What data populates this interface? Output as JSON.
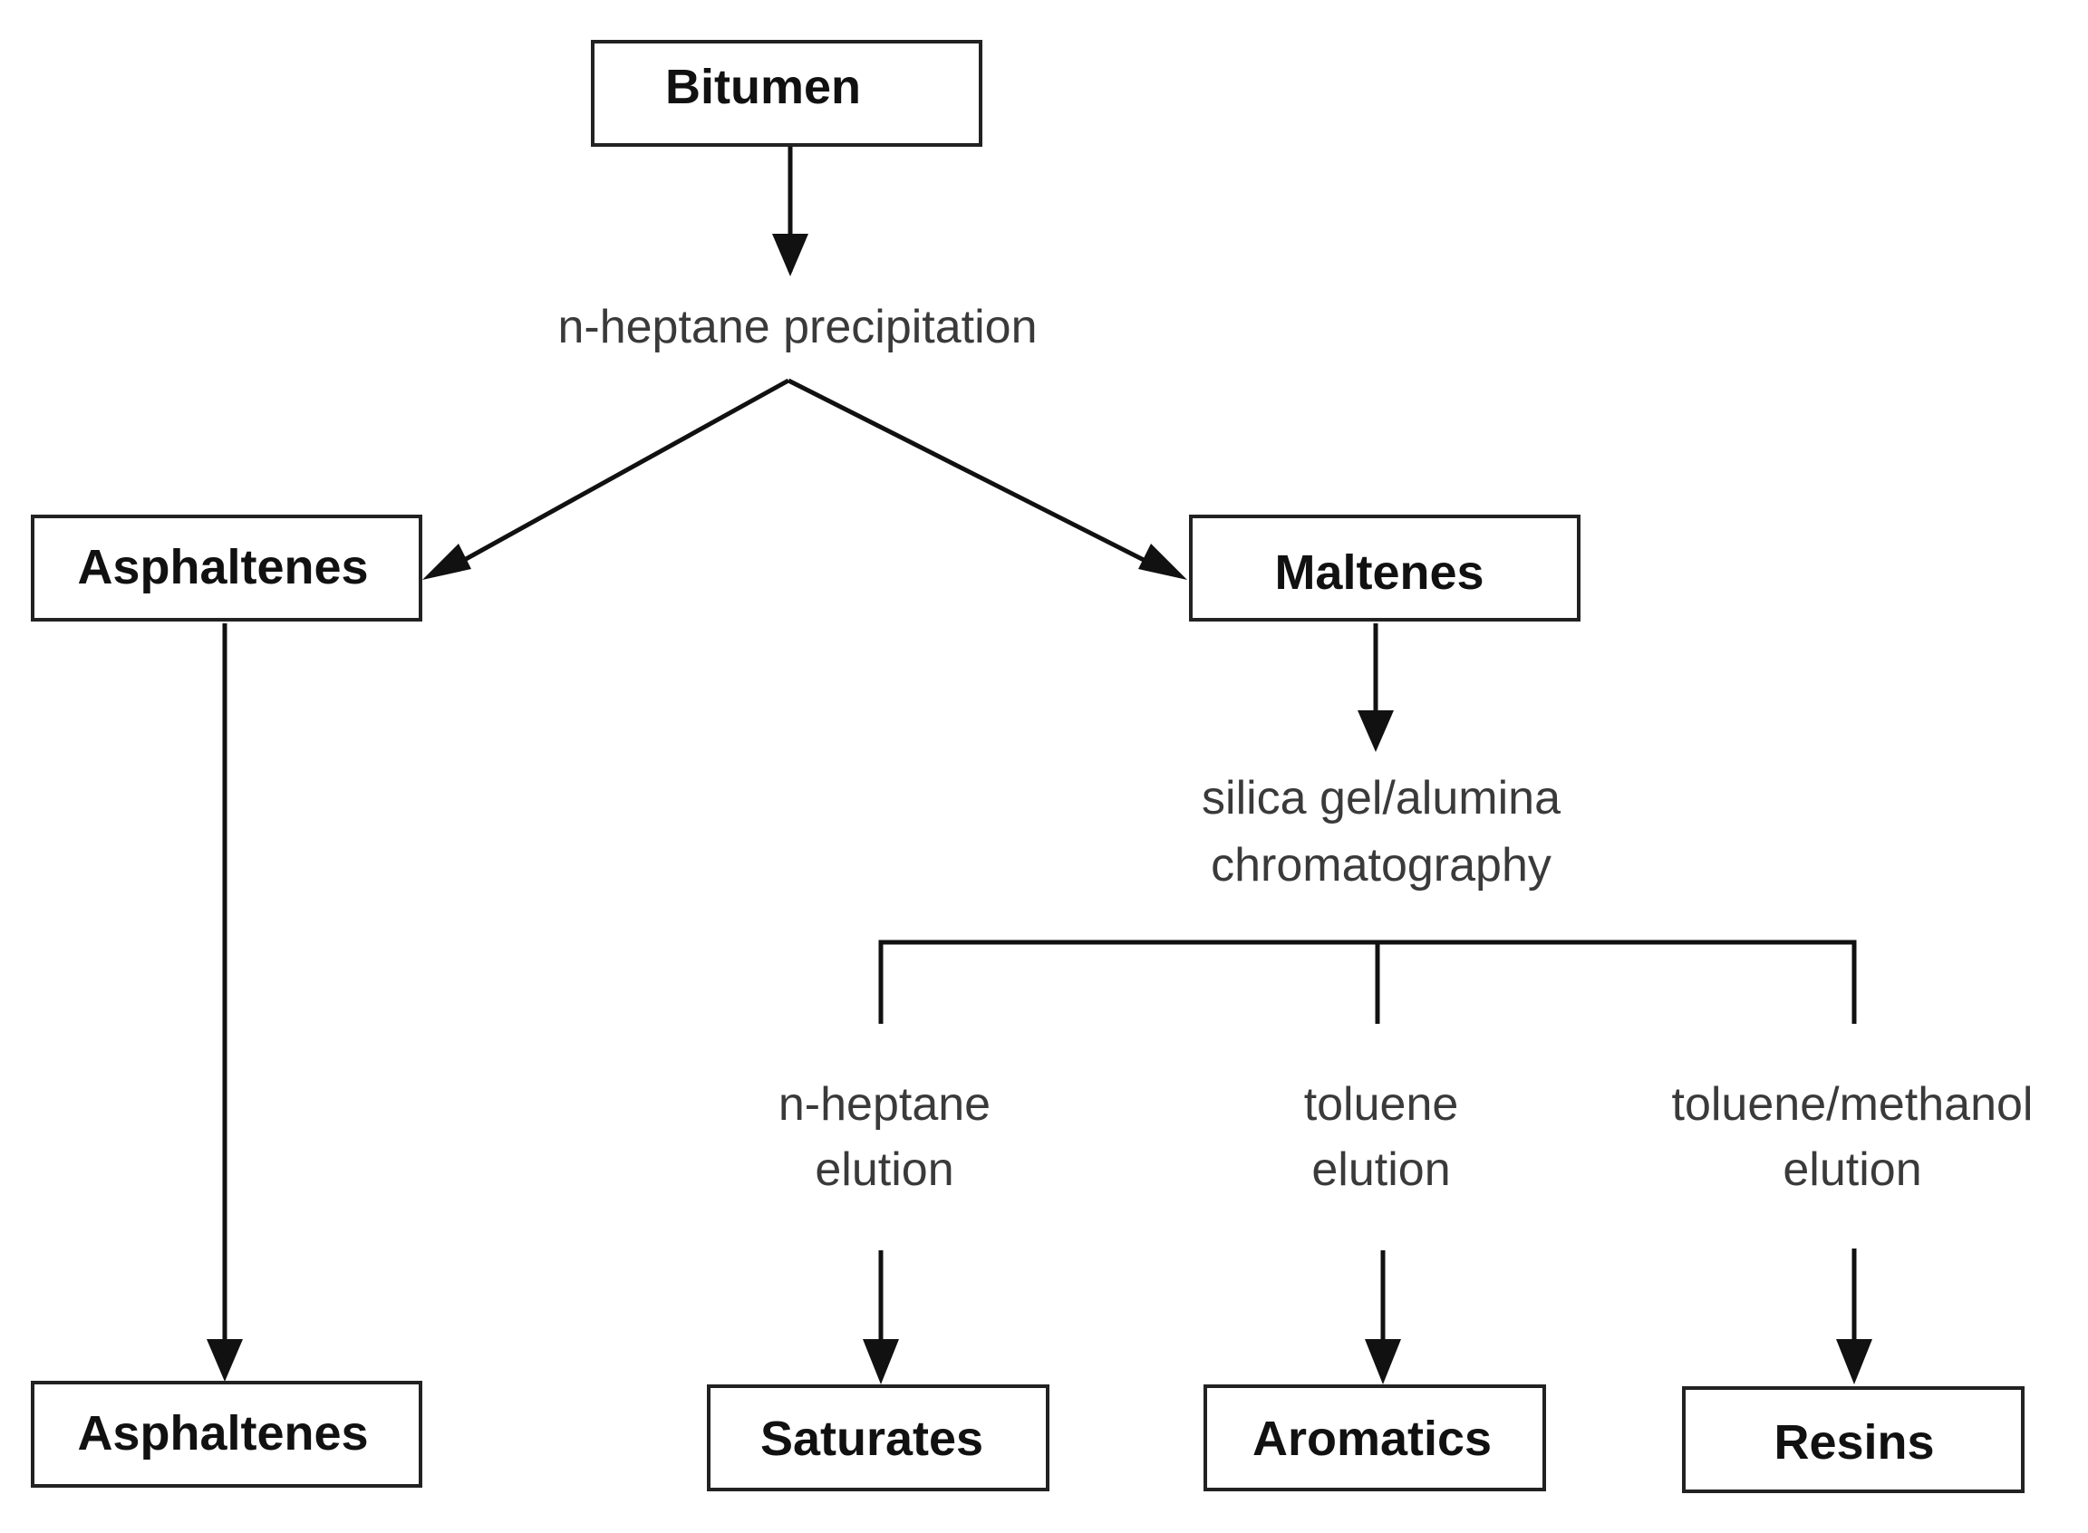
{
  "nodes": {
    "bitumen": "Bitumen",
    "asphaltenes_mid": "Asphaltenes",
    "maltenes": "Maltenes",
    "asphaltenes_bottom": "Asphaltenes",
    "saturates": "Saturates",
    "aromatics": "Aromatics",
    "resins": "Resins"
  },
  "steps": {
    "precipitation": "n-heptane precipitation",
    "chromatography": [
      "silica gel/alumina",
      "chromatography"
    ],
    "heptane_elution": [
      "n-heptane",
      "elution"
    ],
    "toluene_elution": [
      "toluene",
      "elution"
    ],
    "toluene_methanol_elution": [
      "toluene/methanol",
      "elution"
    ]
  }
}
